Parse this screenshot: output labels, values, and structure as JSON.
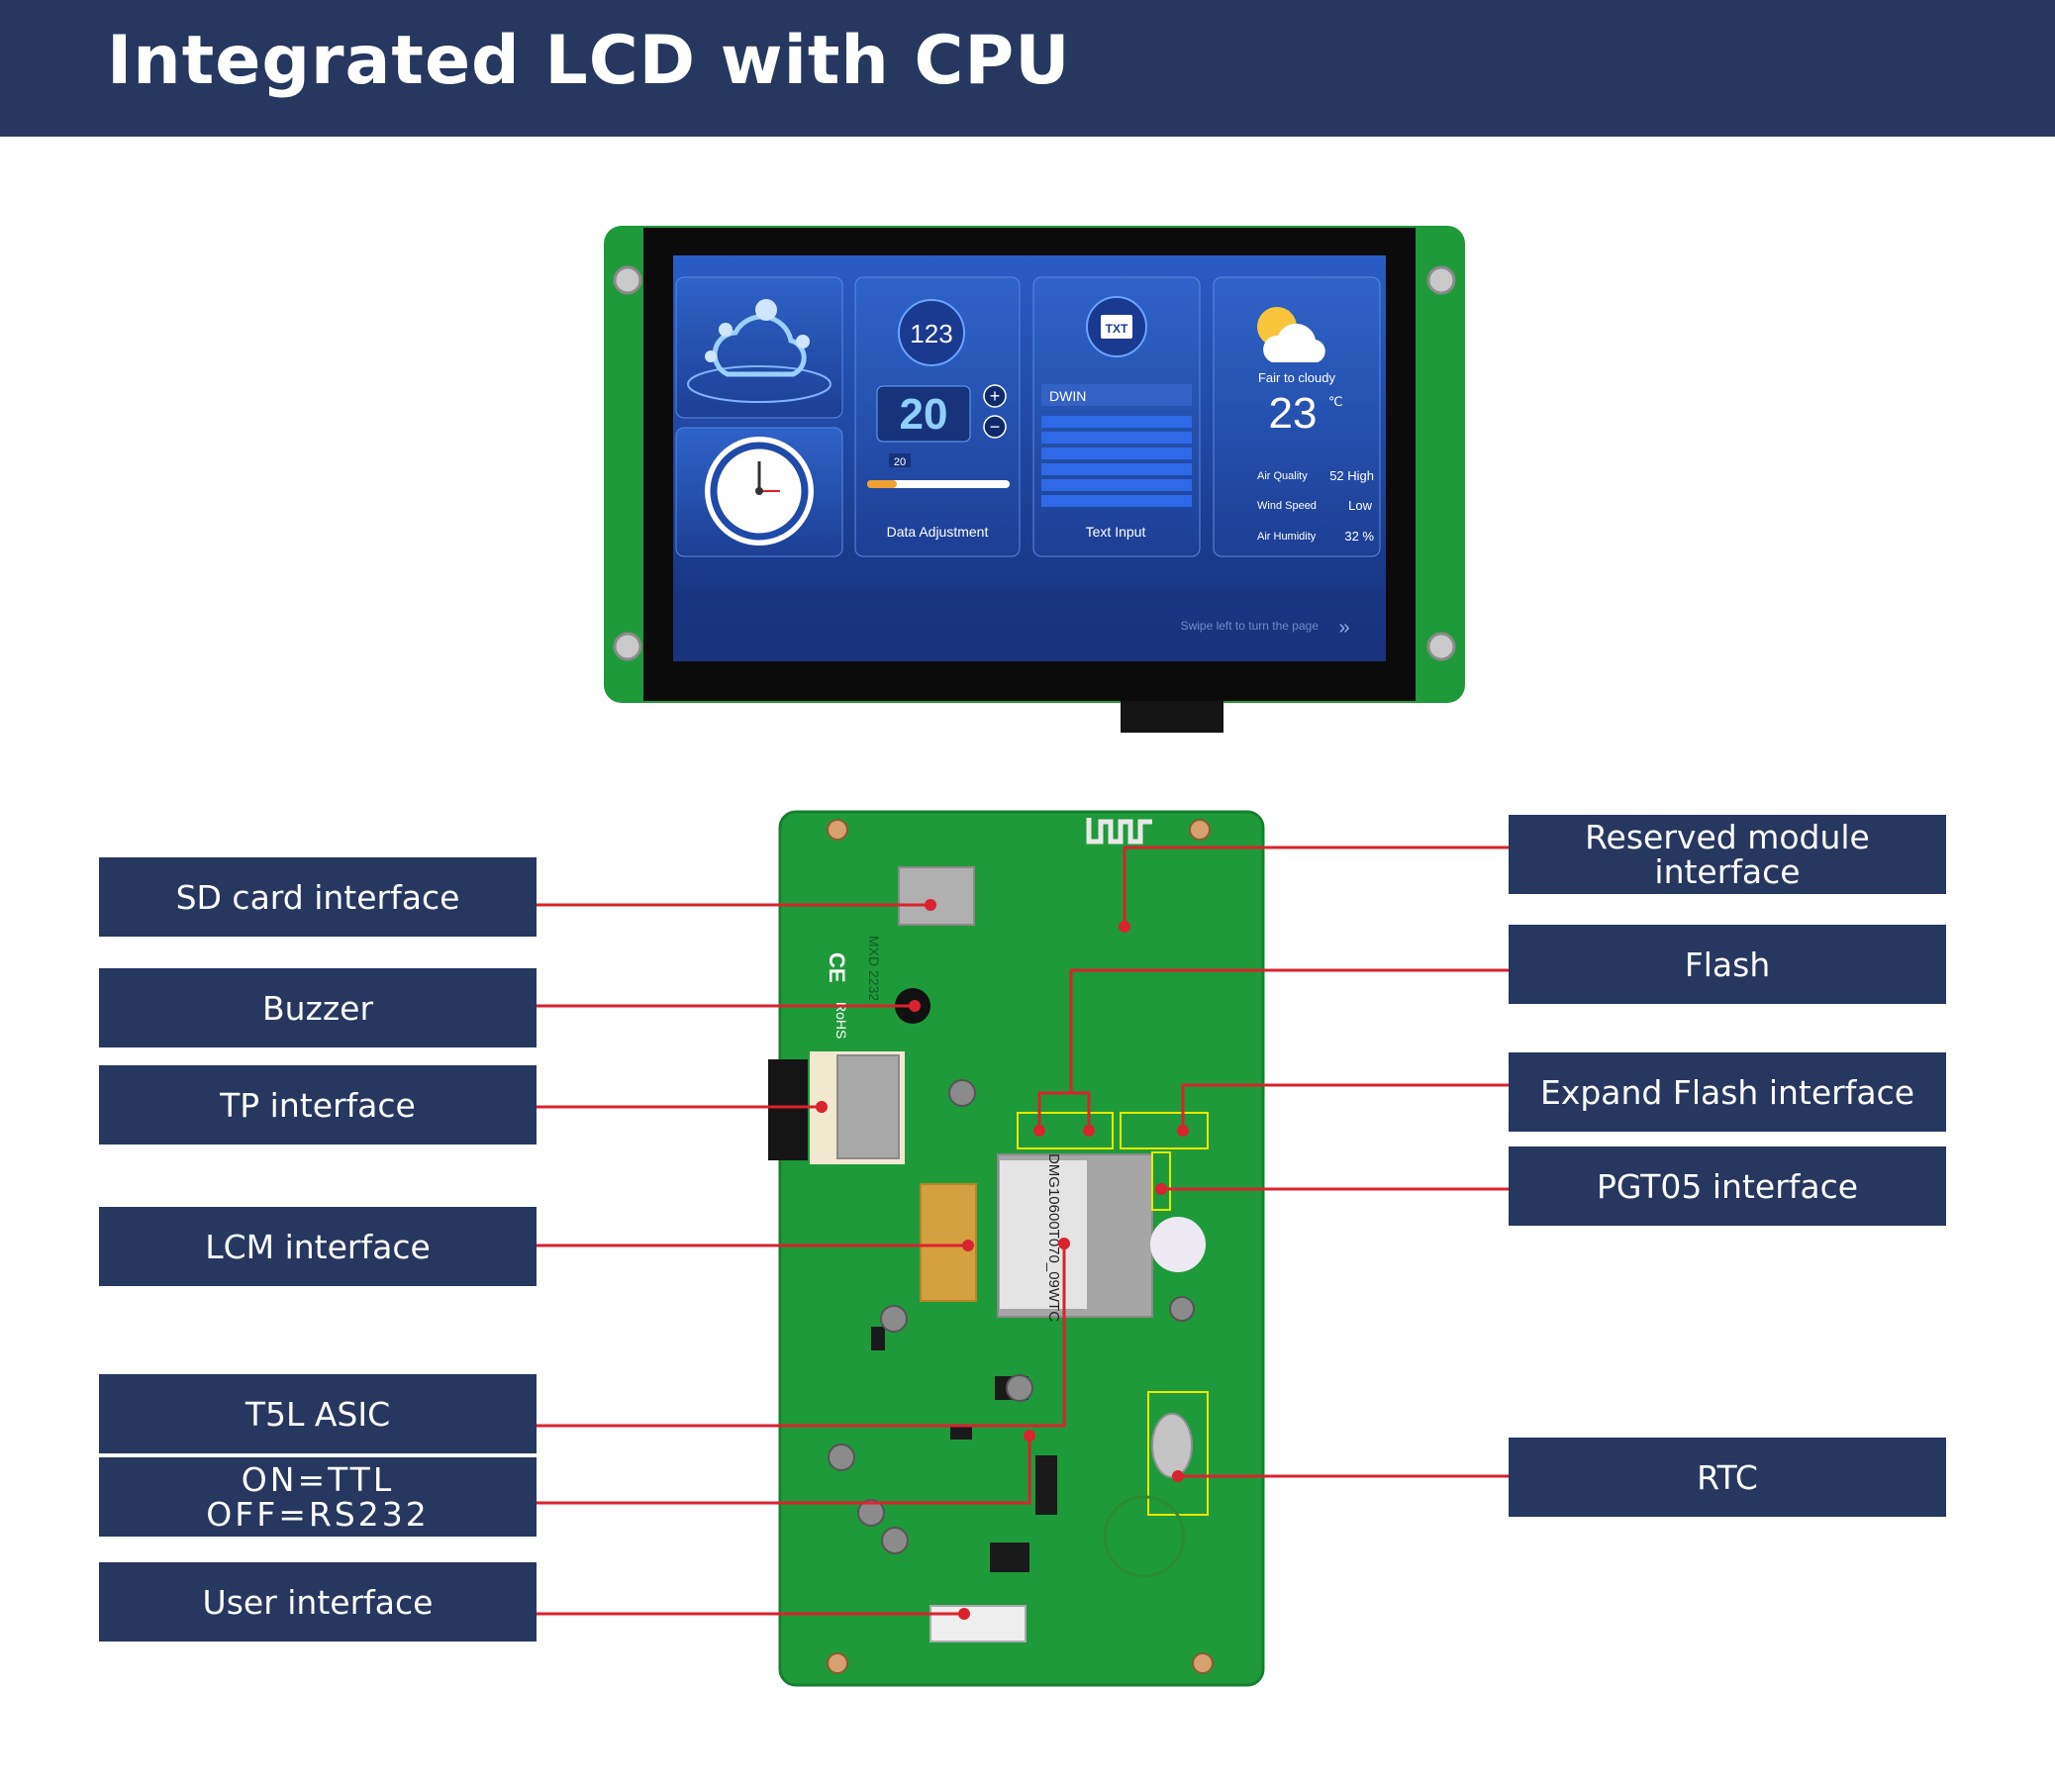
{
  "header": {
    "title": "Integrated LCD with CPU"
  },
  "colors": {
    "navy": "#263760",
    "pcb_green": "#1f9a3a",
    "leader_red": "#d9232e",
    "screen_blue": "#1d3d8c"
  },
  "screen": {
    "data_number": "123",
    "counter_value": "20",
    "slider_value": "20",
    "data_caption": "Data Adjustment",
    "keyboard_brand": "DWIN",
    "text_caption": "Text Input",
    "txt_badge": "TXT",
    "weather_desc": "Fair to cloudy",
    "temperature": "23",
    "temp_unit": "℃",
    "air_quality_label": "Air Quality",
    "air_quality_value": "52 High",
    "wind_label": "Wind Speed",
    "wind_value": "Low",
    "humidity_label": "Air Humidity",
    "humidity_value": "32 %",
    "swipe_hint": "Swipe left to turn the page"
  },
  "board": {
    "model_text": "DMG10600T070_09WTC",
    "cert": "CE",
    "rohs": "RoHS",
    "mxd": "MXD 2232"
  },
  "labels_left": [
    {
      "id": "sd",
      "text": "SD card interface"
    },
    {
      "id": "buzzer",
      "text": "Buzzer"
    },
    {
      "id": "tp",
      "text": "TP interface"
    },
    {
      "id": "lcm",
      "text": "LCM interface"
    },
    {
      "id": "t5l",
      "text": "T5L ASIC"
    },
    {
      "id": "ttl",
      "line1": "ON=TTL",
      "line2": "OFF=RS232"
    },
    {
      "id": "user",
      "text": "User interface"
    }
  ],
  "labels_right": [
    {
      "id": "reserved",
      "text": "Reserved module interface"
    },
    {
      "id": "flash",
      "text": "Flash"
    },
    {
      "id": "expand",
      "text": "Expand Flash interface"
    },
    {
      "id": "pgt05",
      "text": "PGT05 interface"
    },
    {
      "id": "rtc",
      "text": "RTC"
    }
  ]
}
